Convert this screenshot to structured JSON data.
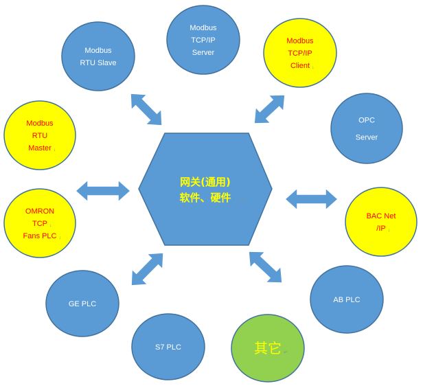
{
  "colors": {
    "blue_fill": "#5b9bd5",
    "blue_stroke": "#41719c",
    "yellow_fill": "#ffff00",
    "green_fill": "#92d050",
    "red_text": "#ff0000",
    "white_text": "#ffffff",
    "hub_text": "#ffff00",
    "arrow_fill": "#5b9bd5"
  },
  "hub": {
    "line1": "网关(通用)",
    "line2": "软件、硬件"
  },
  "nodes": {
    "modbus_rtu_slave": {
      "lines": [
        "Modbus",
        "RTU Slave"
      ]
    },
    "modbus_tcp_server": {
      "lines": [
        "Modbus",
        "TCP/IP",
        "Server"
      ]
    },
    "modbus_tcp_client": {
      "lines": [
        "Modbus",
        "TCP/IP",
        "Client"
      ]
    },
    "opc_server": {
      "lines": [
        "OPC",
        "Server"
      ]
    },
    "modbus_rtu_master": {
      "lines": [
        "Modbus",
        "RTU",
        "Master"
      ]
    },
    "omron_tcp_fans": {
      "lines": [
        "OMRON",
        "TCP",
        "Fans PLC"
      ]
    },
    "bacnet_ip": {
      "lines": [
        "BAC Net",
        "/IP"
      ]
    },
    "ge_plc": {
      "lines": [
        "GE PLC"
      ]
    },
    "s7_plc": {
      "lines": [
        "S7 PLC"
      ]
    },
    "ab_plc": {
      "lines": [
        "AB PLC"
      ]
    },
    "other": {
      "lines": [
        "其它"
      ]
    }
  }
}
